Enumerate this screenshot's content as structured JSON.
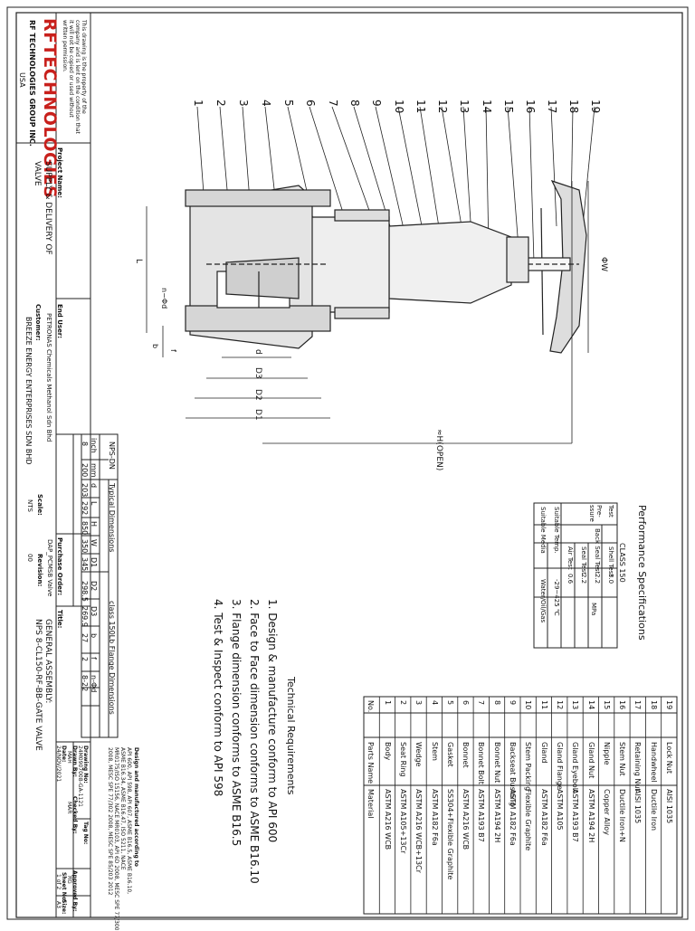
{
  "company": {
    "logo": "RFTECHNOLOGIES",
    "name": "RF TECHNOLOGIES GROUP INC.",
    "country": "USA",
    "notice": "This drawing is the property of the company and is lent on the condition that it will not be copied or used without written permission."
  },
  "project": {
    "label": "Project Name:",
    "value_line1": "SUPPLY & DELIVERY OF",
    "value_line2": "VALVE"
  },
  "end_user": {
    "label": "End User:",
    "value": "PETRONAS Chemicals Methanol Sdn Bhd"
  },
  "customer": {
    "label": "Customer:",
    "value": "BREEZE ENERGY ENTERPRISES SDN BHD"
  },
  "title_block": {
    "purchase_order_label": "Purchase Order:",
    "purchase_order_value": "DAP_PCMSB Valve",
    "scale_label": "Scale:",
    "scale_value": "NTS",
    "revision_label": "Revision:",
    "revision_value": "00",
    "title_label": "Title:",
    "title_line1": "GENERAL ASSEMBLY:",
    "title_line2": "NPS 8-CL150-RF-BB-GATE VALVE",
    "design_note": "Design and manufactured according to",
    "design_std1": "API 600, API 598, API 607, ASME B16.5, ASME B16.10,",
    "design_std2": "ASME B16.34, ASME B16.47, ISO 5211, NACE",
    "design_std3": "MR0175/ISO 15156, NACE MR0103, API 6D 2008, MESC SPE 77/300",
    "design_std4": "2008, MESC SPE 77/302 2008, MESC SPE 85/203 2012",
    "drawing_no_label": "Drawing No:",
    "drawing_no_value": "24M0907008-GA-1121",
    "tag_no_label": "Tag No:",
    "drawn_by_label": "Drawn By:",
    "drawn_by_value": "MAH",
    "checked_by_label": "Checked By:",
    "checked_by_value": "MAR",
    "approved_by_label": "Approved By:",
    "approved_by_value": "RG",
    "date_label": "Date:",
    "date_value": "24/NOV/2021",
    "sheet_label": "Sheet No:",
    "sheet_value": "1 of 2",
    "size_label": "Size:",
    "size_value": "A3"
  },
  "dimensions": {
    "title": "Typical Dimensions",
    "subtitle": "class 150Lb Flange Dimensions",
    "headers": [
      "NPS-DN",
      "",
      "L",
      "H",
      "W",
      "D1",
      "D2",
      "D3",
      "b",
      "f",
      "n-Φd"
    ],
    "unit_row": [
      "inch",
      "mm"
    ],
    "values": [
      "8",
      "200",
      "203",
      "292",
      "850",
      "350",
      "345",
      "298.5",
      "269.9",
      "27",
      "2",
      "8-22"
    ],
    "dn_headers": [
      "d"
    ]
  },
  "technical_requirements": {
    "title": "Technical Requirements",
    "items": [
      "1. Design & manufacture conform to API 600",
      "2. Face to Face dimension conforms to ASME B16.10",
      "3. Flange dimension conforms to ASME B16.5",
      "4. Test & Inspect conform to API 598"
    ]
  },
  "performance": {
    "title": "Performance Specifications",
    "class": "CLASS 150",
    "test": "Test",
    "pressure": "Pre-ssure",
    "shell_test": "Shell Test",
    "shell_value": "3.0",
    "backseat_test": "Back Seal Test",
    "backseat_value": "2.2",
    "seat_test": "Seal Test",
    "seat_value": "2.2",
    "unit": "MPa",
    "air_test": "Air Test",
    "air_value": "0.6",
    "temp_label": "Suitable Temp.",
    "temp_value": "-29~425 ℃",
    "media_label": "Suitable Media",
    "media_value": "Water/Oil/Gas"
  },
  "parts": {
    "header_no": "No.",
    "header_name": "Parts Name",
    "header_material": "Material",
    "rows": [
      [
        "19",
        "Lock Nut",
        "AISI 1035"
      ],
      [
        "18",
        "Handwheel",
        "Ductile Iron"
      ],
      [
        "17",
        "Retaining Nut",
        "AISI 1035"
      ],
      [
        "16",
        "Stem Nut",
        "Ductile Iron+N"
      ],
      [
        "15",
        "Nipple",
        "Copper Alloy"
      ],
      [
        "14",
        "Gland Nut",
        "ASTM A194 2H"
      ],
      [
        "13",
        "Gland Eyebolt",
        "ASTM A193 B7"
      ],
      [
        "12",
        "Gland Flange",
        "ASTM A105"
      ],
      [
        "11",
        "Gland",
        "ASTM A182 F6a"
      ],
      [
        "10",
        "Stem Packing",
        "Flexible Graphite"
      ],
      [
        "9",
        "Backseat Bushing",
        "ASTM A182 F6a"
      ],
      [
        "8",
        "Bonnet Nut",
        "ASTM A194 2H"
      ],
      [
        "7",
        "Bonnet Bolt",
        "ASTM A193 B7"
      ],
      [
        "6",
        "Bonnet",
        "ASTM A216 WCB"
      ],
      [
        "5",
        "Gasket",
        "SS304+Flexible Graphite"
      ],
      [
        "4",
        "Stem",
        "ASTM A182 F6a"
      ],
      [
        "3",
        "Wedge",
        "ASTM A216 WCB+13Cr"
      ],
      [
        "2",
        "Seat Ring",
        "ASTM A105+13Cr"
      ],
      [
        "1",
        "Body",
        "ASTM A216 WCB"
      ]
    ]
  },
  "drawing": {
    "balloons": [
      "1",
      "2",
      "3",
      "4",
      "5",
      "6",
      "7",
      "8",
      "9",
      "10",
      "11",
      "12",
      "13",
      "14",
      "15",
      "16",
      "17",
      "18",
      "19"
    ],
    "dim_L": "L",
    "dim_nd": "n−Φd",
    "dim_d": "d",
    "dim_D3": "D3",
    "dim_D2": "D2",
    "dim_D1": "D1",
    "dim_b": "b",
    "dim_f": "f",
    "dim_H": "≈H(OPEN)",
    "dim_W": "ΦW"
  }
}
